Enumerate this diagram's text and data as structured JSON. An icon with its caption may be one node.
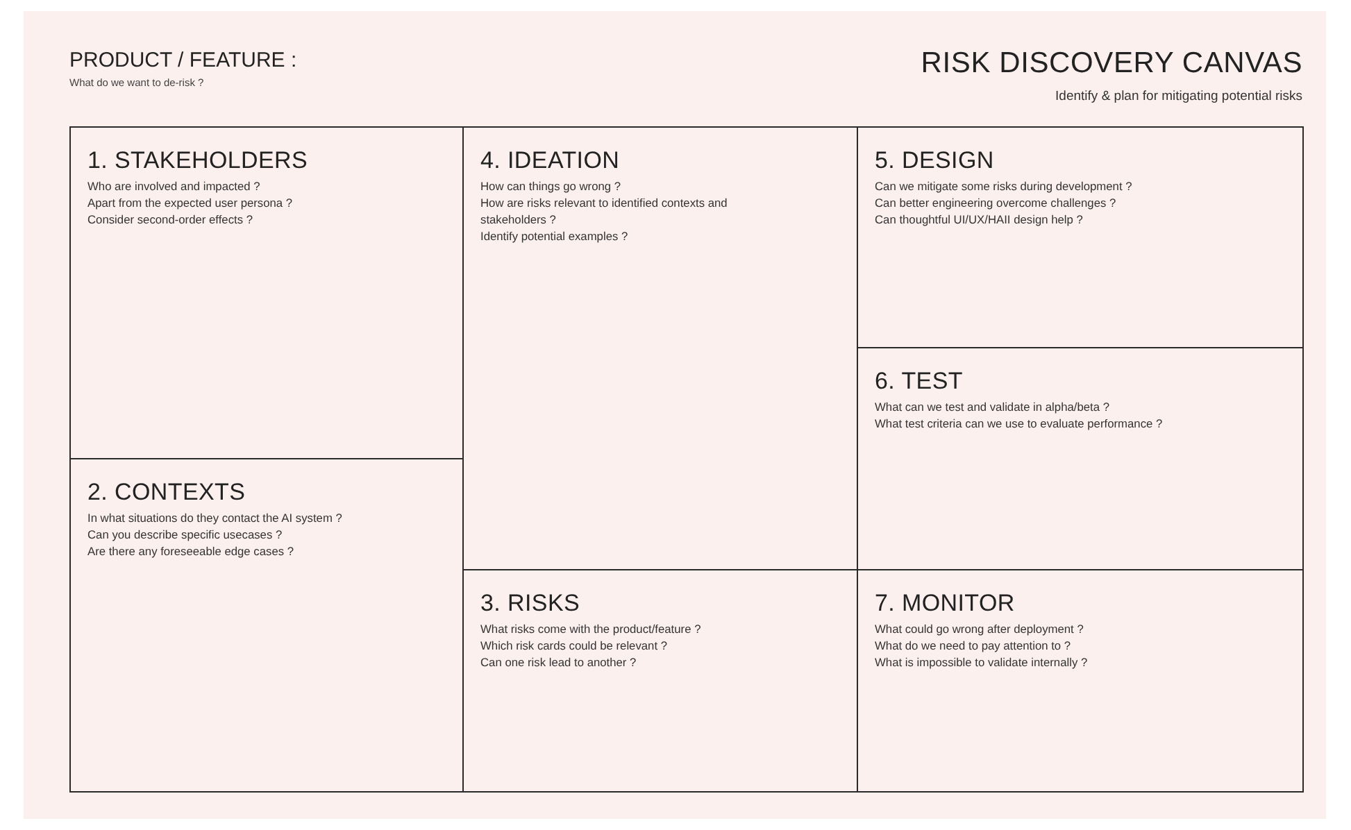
{
  "diagram": {
    "title": "RISK DISCOVERY CANVAS",
    "nodes": [
      {
        "text": [
          "1. STAKEHOLDERS",
          "Who are involved and impacted ?",
          "Apart from the expected user persona ?",
          "Consider second-order effects ?"
        ]
      },
      {
        "text": [
          "4. IDEATION",
          "How can things go wrong ?",
          "How are risks relevant to identified contexts and stakeholders ?",
          "Identify potential examples ?"
        ]
      },
      {
        "text": [
          "5. DESIGN",
          "Can we mitigate some risks during development ?",
          "Can better engineering overcome challenges ?",
          "Can thoughtful UI/UX/HAII design help ?"
        ]
      },
      {
        "text": [
          "6. TEST",
          "What can we test and validate in alpha/beta ?",
          "What test criteria can we use to evaluate performance ?"
        ]
      },
      {
        "text": [
          "2. CONTEXTS",
          "In what situations do they contact the AI system ?",
          "Can you describe specific usecases ?",
          "Are there any foreseeable edge cases ?"
        ]
      },
      {
        "text": [
          "3. RISKS",
          "What risks come with the product/feature ?",
          "Which risk cards could be relevant ?",
          "Can one risk lead to another ?"
        ]
      },
      {
        "text": [
          "7. MONITOR",
          "What could go wrong after deployment ?",
          "What do we need to pay attention to ?",
          "What is impossible to validate internally ?"
        ]
      }
    ],
    "labels": [
      "PRODUCT / FEATURE :",
      "What do we want to de-risk ?",
      "Identify & plan for mitigating potential risks"
    ]
  }
}
